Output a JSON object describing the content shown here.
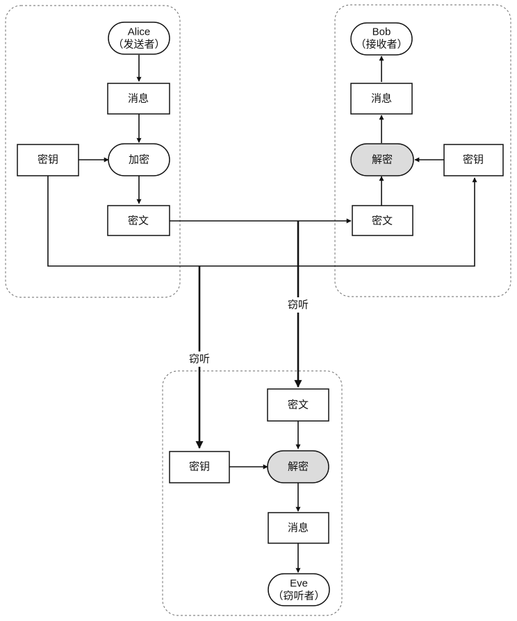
{
  "alice": {
    "name": "Alice",
    "role": "（发送者）",
    "message": "消息",
    "encrypt": "加密",
    "key": "密钥",
    "ciphertext": "密文"
  },
  "bob": {
    "name": "Bob",
    "role": "（接收者）",
    "message": "消息",
    "decrypt": "解密",
    "key": "密钥",
    "ciphertext": "密文"
  },
  "eve": {
    "name": "Eve",
    "role": "（窃听者）",
    "ciphertext": "密文",
    "key": "密钥",
    "decrypt": "解密",
    "message": "消息"
  },
  "eavesdrop": {
    "key_label": "窃听",
    "cipher_label": "窃听"
  }
}
